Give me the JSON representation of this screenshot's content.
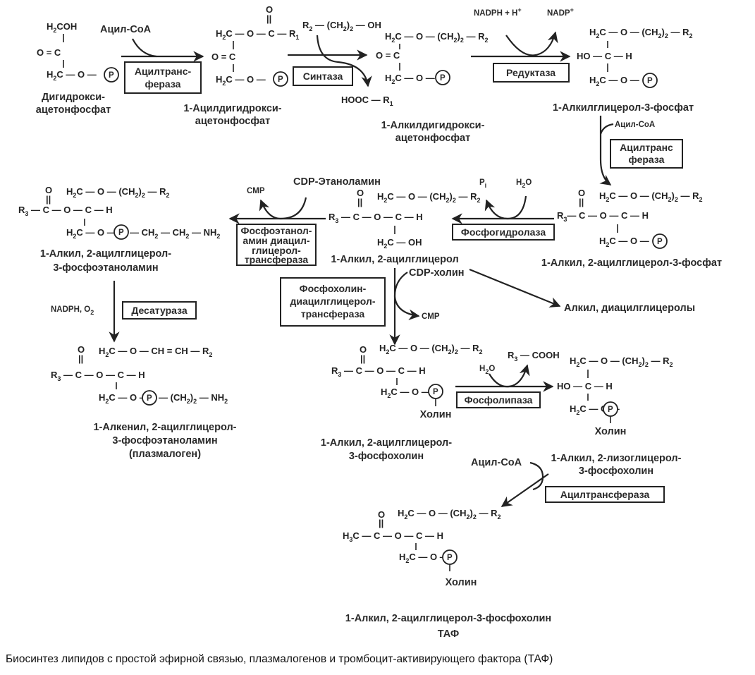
{
  "caption": "Биосинтез липидов с простой эфирной связью, плазмалогенов и тромбоцит-активирующего фактора (ТАФ)",
  "compounds": {
    "dhap": {
      "name_lines": [
        "Дигидрокси-",
        "ацетонфосфат"
      ],
      "formula": [
        "H2COH",
        "O = C",
        "H2C — O — (P)"
      ]
    },
    "acyl_dhap": {
      "name_lines": [
        "1-Ацилдигидрокси-",
        "ацетонфосфат"
      ],
      "formula": [
        "H2C — O — C(=O) — R1",
        "O = C",
        "H2C — O — (P)"
      ]
    },
    "alkyl_dhap": {
      "name_lines": [
        "1-Алкилдигидрокси-",
        "ацетонфосфат"
      ],
      "formula": [
        "H2C — O — (CH2)2 — R2",
        "O = C",
        "H2C — O — (P)"
      ]
    },
    "alkyl_g3p": {
      "name_lines": [
        "1-Алкилглицерол-3-фосфат"
      ],
      "formula": [
        "H2C — O — (CH2)2 — R2",
        "HO — C — H",
        "H2C — O — (P)"
      ]
    },
    "alkyl_acyl_g3p": {
      "name_lines": [
        "1-Алкил, 2-ацилглицерол-3-фосфат"
      ],
      "formula": [
        "H2C — O — (CH2)2 — R2",
        "R3 — C(=O) — O — C — H",
        "H2C — O — (P)"
      ]
    },
    "alkyl_acyl_glycerol": {
      "name_lines": [
        "1-Алкил, 2-ацилглицерол"
      ],
      "formula": [
        "H2C — O — (CH2)2 — R2",
        "R3 — C(=O) — O — C — H",
        "H2C — OH"
      ]
    },
    "alkyl_acyl_gpe": {
      "name_lines": [
        "1-Алкил, 2-ацилглицерол-",
        "3-фосфоэтаноламин"
      ],
      "formula": [
        "H2C — O — (CH2)2 — R2",
        "R3 — C(=O) — O — C — H",
        "H2C — O — (P) — CH2 — CH2 — NH2"
      ]
    },
    "plasmalogen": {
      "name_lines": [
        "1-Алкенил, 2-ацилглицерол-",
        "3-фосфоэтаноламин",
        "(плазмалоген)"
      ],
      "formula": [
        "H2C — O — CH = CH — R2",
        "R3 — C(=O) — O — C — H",
        "H2C — O — (P) — (CH2)2 — NH2"
      ]
    },
    "alkyl_acyl_gpc": {
      "name_lines": [
        "1-Алкил, 2-ацилглицерол-",
        "3-фосфохолин"
      ],
      "formula": [
        "H2C — O — (CH2)2 — R2",
        "R3 — C(=O) — O — C — H",
        "H2C — O — (P)",
        "Холин"
      ]
    },
    "lyso_gpc": {
      "name_lines": [
        "1-Алкил, 2-лизоглицерол-",
        "3-фосфохолин"
      ],
      "formula": [
        "H2C — O — (CH2)2 — R2",
        "HO — C — H",
        "H2C — O — (P)",
        "Холин"
      ]
    },
    "paf": {
      "name_lines": [
        "1-Алкил, 2-ацилглицерол-3-фосфохолин",
        "ТАФ"
      ],
      "formula": [
        "H2C — O — (CH2)2 — R2",
        "H3C — C(=O) — O — C — H",
        "H2C — O — (P)",
        "Холин"
      ]
    },
    "alkyl_diacylglycerols": {
      "name_lines": [
        "Алкил, диацилглицеролы"
      ]
    }
  },
  "enzymes": {
    "acyltransferase_1": [
      "Ацилтранс-",
      "фераза"
    ],
    "synthase": [
      "Синтаза"
    ],
    "reductase": [
      "Редуктаза"
    ],
    "acyltransferase_2": [
      "Ацилтранс",
      "фераза"
    ],
    "phosphohydrolase": [
      "Фосфогидролаза"
    ],
    "pe_transferase": [
      "Фосфоэтанол-",
      "амин диацил-",
      "глицерол-",
      "трансфераза"
    ],
    "pc_transferase": [
      "Фосфохолин-",
      "диацилглицерол-",
      "трансфераза"
    ],
    "desaturase": [
      "Десатураза"
    ],
    "phospholipase": [
      "Фосфолипаза"
    ],
    "acyltransferase_3": [
      "Ацилтрансфераза"
    ]
  },
  "cofactors": {
    "acyl_coa_1": "Ацил-СоА",
    "fatty_alcohol": "R2 — (CH2)2 — OH",
    "released_acid_1": "HOOC — R1",
    "nadph_h": "NADPH + H+",
    "nadp": "NADP+",
    "acyl_coa_2": "Ацил-СоА",
    "pi": "Pi",
    "h2o_1": "H2O",
    "cdp_ethanolamine": "CDP-Этаноламин",
    "cmp_1": "CMP",
    "cdp_choline": "CDP-холин",
    "cmp_2": "CMP",
    "nadph_o2": "NADPH, O2",
    "h2o_2": "H2O",
    "released_acid_2": "R3 — COOH",
    "acyl_coa_3": "Ацил-СоА"
  },
  "symbols": {
    "phosphate": "P",
    "choline": "Холин"
  }
}
